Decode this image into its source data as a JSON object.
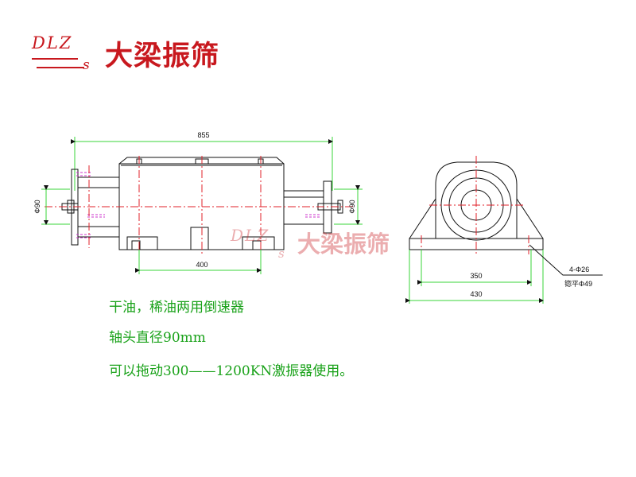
{
  "logo": {
    "letters": "DLZ",
    "sub_letter": "s",
    "cn_name": "大梁振筛"
  },
  "dimensions": {
    "total_length": "855",
    "foot_span_side": "400",
    "shaft_left": "Φ90",
    "shaft_right": "Φ90",
    "base_inner": "350",
    "base_outer": "430",
    "bolt_holes": "4-Φ26",
    "spot_face": "锪平Φ49"
  },
  "notes": [
    "干油，稀油两用倒速器",
    "轴头直径90mm",
    "可以拖动300——1200KN激振器使用。"
  ],
  "colors": {
    "line": "#111111",
    "center": "#e0202a",
    "magenta": "#cc33cc",
    "dimension": "#3ad63a",
    "text": "#1aa21a",
    "brand": "#c8181e"
  }
}
